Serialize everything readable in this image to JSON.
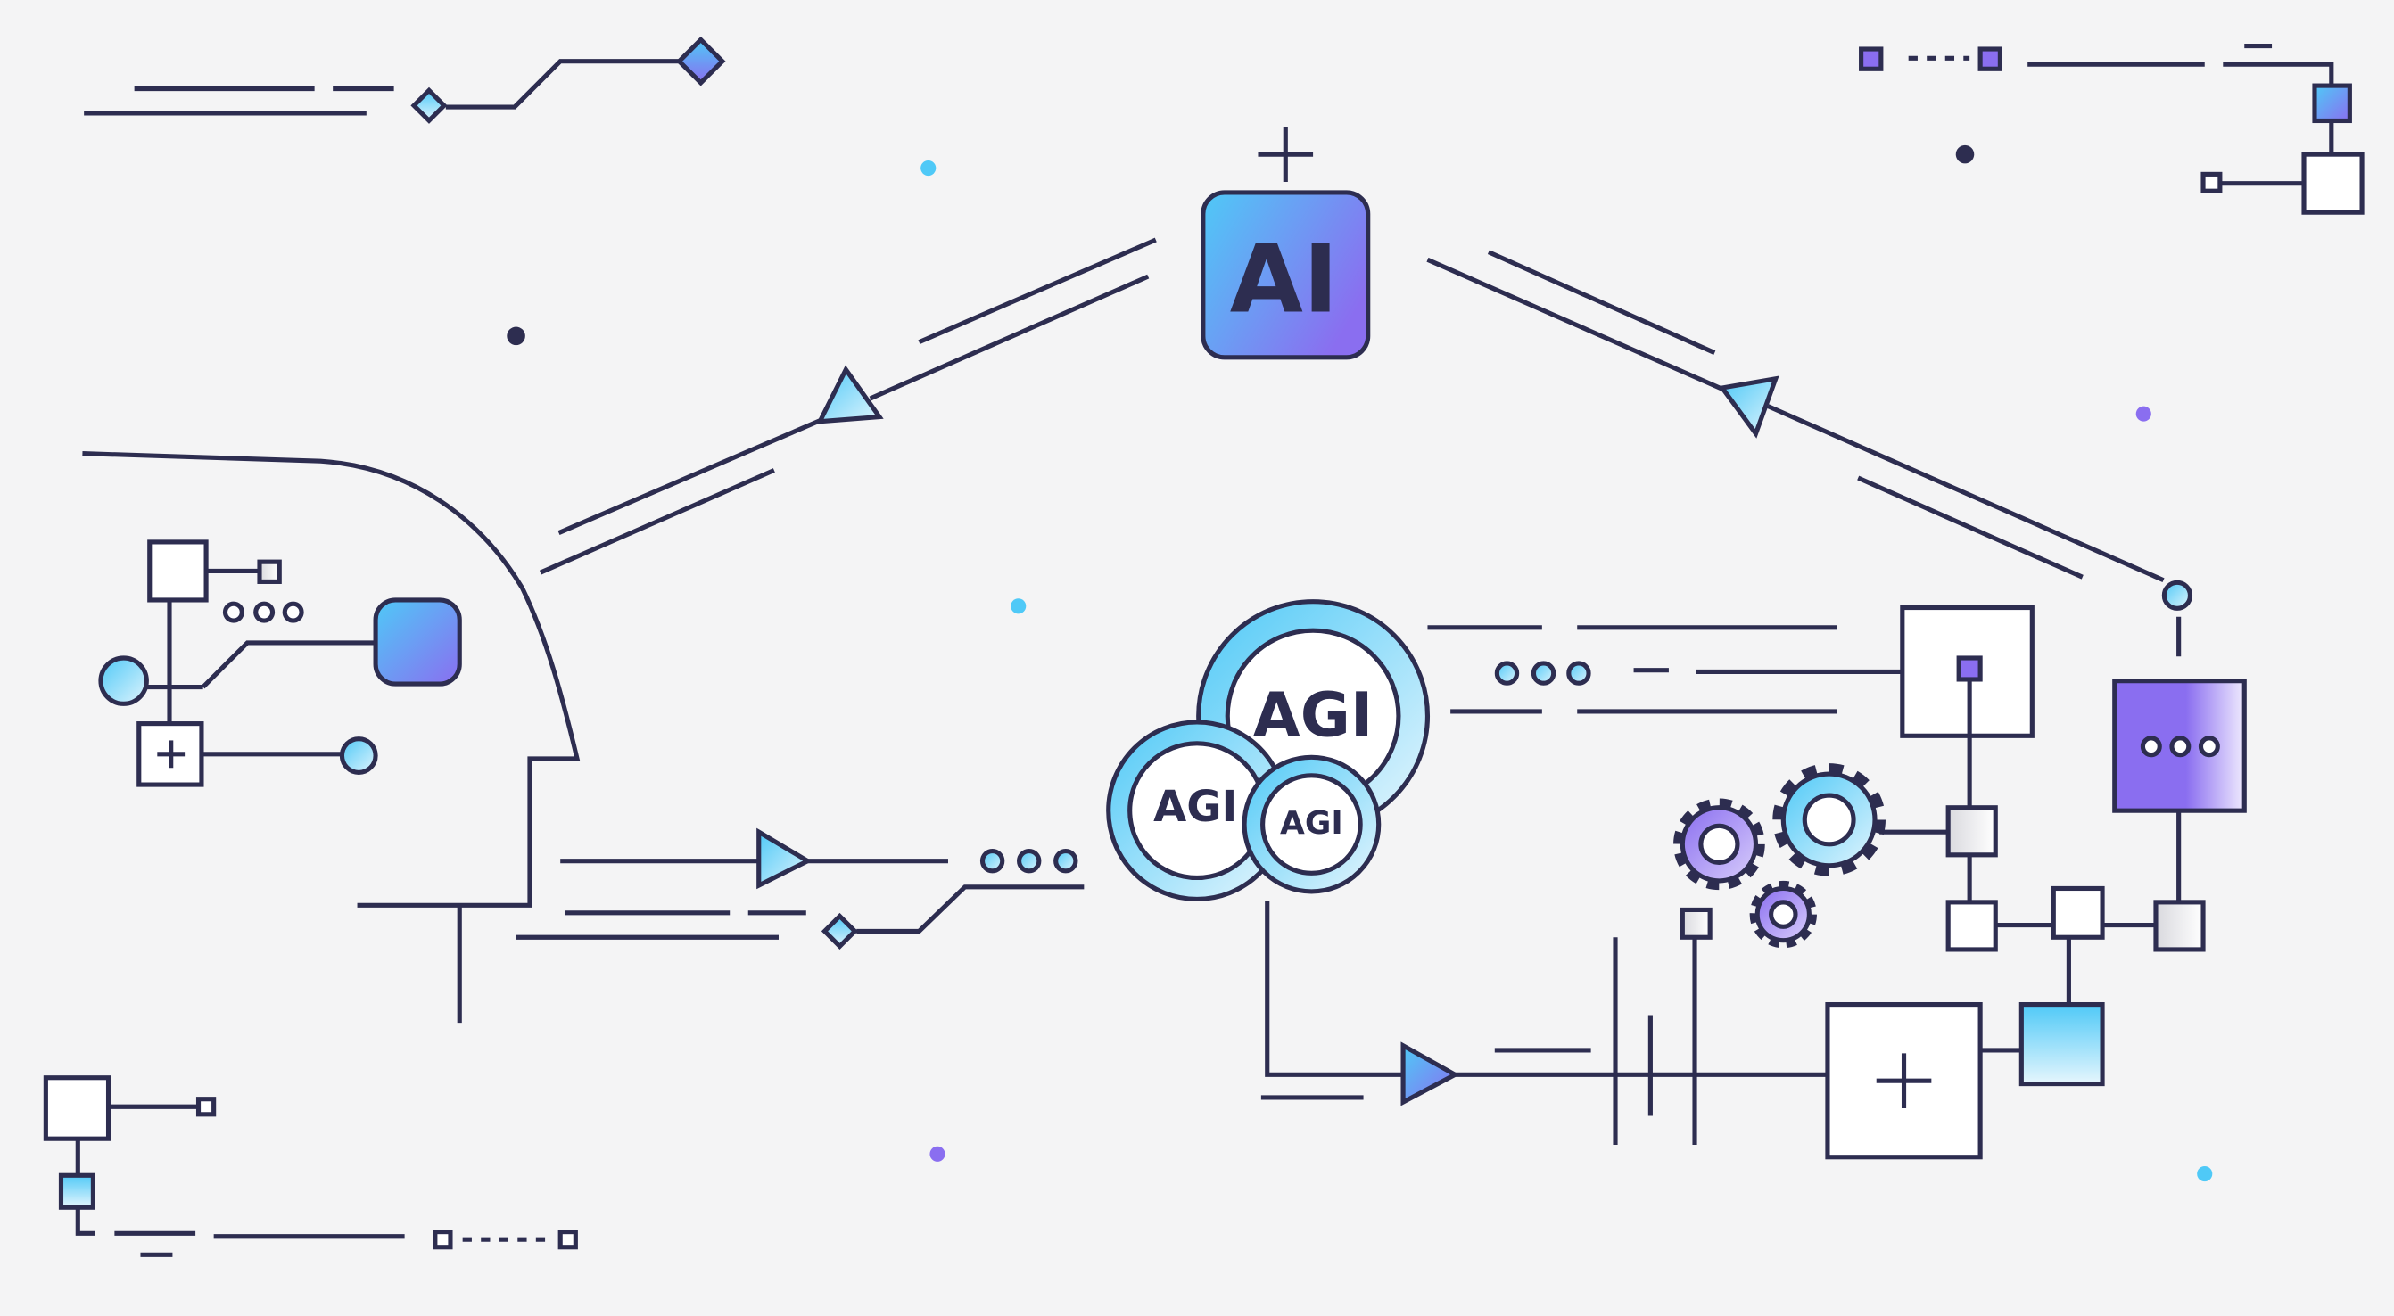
{
  "labels": {
    "ai": "AI",
    "agi_large": "AGI",
    "agi_medium": "AGI",
    "agi_small": "AGI"
  },
  "colors": {
    "background": "#f4f4f5",
    "stroke": "#2d2d50",
    "cyan": "#4fc9f7",
    "blue": "#58a6f8",
    "purple": "#8a6ef0",
    "light_cyan": "#dff4fd"
  },
  "icons": [
    "plus-icon",
    "triangle-arrow-icon",
    "gear-icon",
    "diamond-node-icon",
    "circle-node-icon",
    "square-node-icon",
    "ellipsis-icon"
  ]
}
